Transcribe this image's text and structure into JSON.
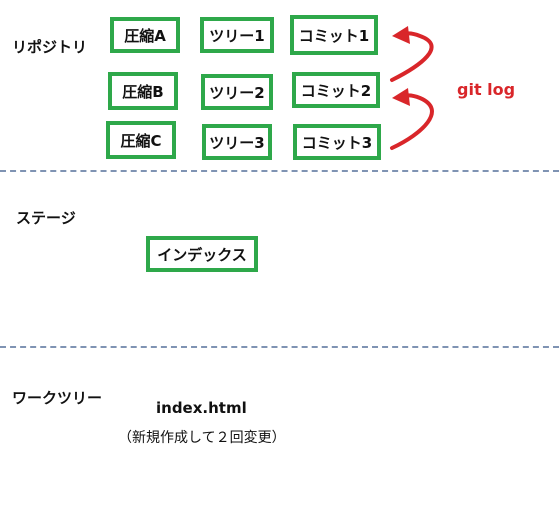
{
  "colors": {
    "box_border": "#2ea84a",
    "arrow": "#d9262a",
    "divider": "#7f93b3"
  },
  "repository": {
    "label": "リポジトリ",
    "rows": [
      {
        "blob": "圧縮A",
        "tree": "ツリー1",
        "commit": "コミット1"
      },
      {
        "blob": "圧縮B",
        "tree": "ツリー2",
        "commit": "コミット2"
      },
      {
        "blob": "圧縮C",
        "tree": "ツリー3",
        "commit": "コミット3"
      }
    ],
    "arrow_label": "git log"
  },
  "stage": {
    "label": "ステージ",
    "index_box": "インデックス"
  },
  "worktree": {
    "label": "ワークツリー",
    "file_name": "index.html",
    "file_note": "（新規作成して２回変更）"
  }
}
